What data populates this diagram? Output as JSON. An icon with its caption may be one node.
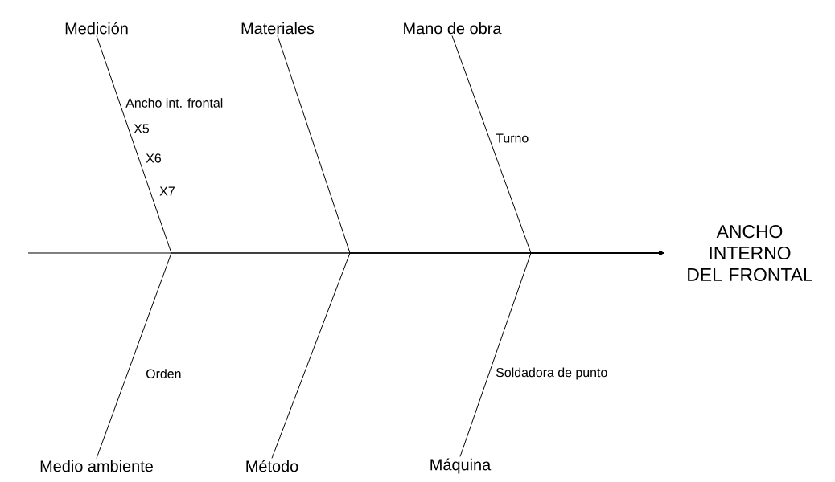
{
  "diagram": {
    "nodes": [
      {
        "text": [
          "Medición"
        ]
      },
      {
        "text": [
          "Materiales"
        ]
      },
      {
        "text": [
          "Mano de obra"
        ]
      },
      {
        "text": [
          "Medio ambiente"
        ]
      },
      {
        "text": [
          "Método"
        ]
      },
      {
        "text": [
          "Máquina"
        ]
      },
      {
        "text": [
          "ANCHO INTERNO DEL FRONTAL"
        ]
      }
    ],
    "edges": [
      {
        "from": 0,
        "to": 6,
        "arrow": "to"
      },
      {
        "from": 1,
        "to": 6,
        "arrow": "to"
      },
      {
        "from": 2,
        "to": 6,
        "arrow": "to"
      },
      {
        "from": 3,
        "to": 6,
        "arrow": "to"
      },
      {
        "from": 4,
        "to": 6,
        "arrow": "to"
      },
      {
        "from": 5,
        "to": 6,
        "arrow": "to"
      }
    ],
    "labels": [
      "Ancho int. frontal",
      "X5",
      "X6",
      "X7",
      "Turno",
      "Orden",
      "Soldadora de punto"
    ]
  }
}
